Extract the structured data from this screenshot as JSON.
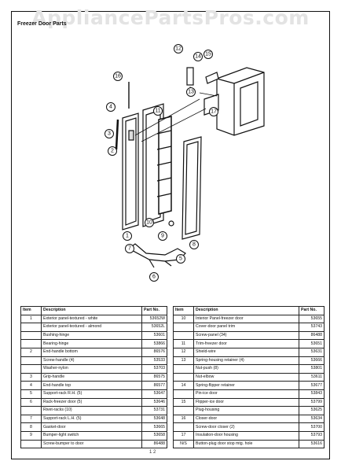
{
  "watermark": "AppliancePartsPros.com",
  "section_title": "Freezer Door Parts",
  "callouts": [
    "1",
    "2",
    "3",
    "4",
    "5",
    "6",
    "7",
    "8",
    "9",
    "10",
    "11",
    "12",
    "13",
    "14",
    "15",
    "16",
    "17"
  ],
  "table_left": {
    "headers": {
      "item": "Item",
      "description": "Description",
      "part": "Part No."
    },
    "rows": [
      {
        "item": "1",
        "description": "Exterior panel-textured - white",
        "part": "53652W"
      },
      {
        "item": "",
        "description": "Exterior panel-textured - almond",
        "part": "53652L"
      },
      {
        "item": "",
        "description": "Bushing-hinge",
        "part": "53601"
      },
      {
        "item": "",
        "description": "Bearing-hinge",
        "part": "53866"
      },
      {
        "item": "2",
        "description": "End-handle bottom",
        "part": "86576"
      },
      {
        "item": "",
        "description": "Screw-handle (4)",
        "part": "53533"
      },
      {
        "item": "",
        "description": "Washer-nylon",
        "part": "53703"
      },
      {
        "item": "3",
        "description": "Grip-handle",
        "part": "86575"
      },
      {
        "item": "4",
        "description": "End-handle top",
        "part": "86577"
      },
      {
        "item": "5",
        "description": "Support-rack R.H. (5)",
        "part": "53647"
      },
      {
        "item": "6",
        "description": "Rack-freezer door (5)",
        "part": "53646"
      },
      {
        "item": "",
        "description": "Rivet-racks (10)",
        "part": "53731"
      },
      {
        "item": "7",
        "description": "Support-rack L.H. (5)",
        "part": "53648"
      },
      {
        "item": "8",
        "description": "Gasket-door",
        "part": "53665"
      },
      {
        "item": "9",
        "description": "Bumper-light switch",
        "part": "53658"
      },
      {
        "item": "",
        "description": "Screw-bumper to door",
        "part": "86488"
      }
    ]
  },
  "table_right": {
    "headers": {
      "item": "Item",
      "description": "Description",
      "part": "Part No."
    },
    "rows": [
      {
        "item": "10",
        "description": "Interior Panel-freezer door",
        "part": "53655"
      },
      {
        "item": "",
        "description": "Cover-door panel trim",
        "part": "53743"
      },
      {
        "item": "",
        "description": "Screw-panel (34)",
        "part": "86488"
      },
      {
        "item": "11",
        "description": "Trim-freezer door",
        "part": "53651"
      },
      {
        "item": "12",
        "description": "Shield-wire",
        "part": "53631"
      },
      {
        "item": "13",
        "description": "Spring-housing retainer (4)",
        "part": "53666"
      },
      {
        "item": "",
        "description": "Nut-push (8)",
        "part": "53801"
      },
      {
        "item": "",
        "description": "Nut-elbow",
        "part": "53611"
      },
      {
        "item": "14",
        "description": "Spring-flipper retainer",
        "part": "53677"
      },
      {
        "item": "",
        "description": "Pin-ice door",
        "part": "53843"
      },
      {
        "item": "15",
        "description": "Flipper-ice door",
        "part": "53799"
      },
      {
        "item": "",
        "description": "Plug-housing",
        "part": "53625"
      },
      {
        "item": "16",
        "description": "Closer-door",
        "part": "53634"
      },
      {
        "item": "",
        "description": "Screw-door closer (2)",
        "part": "53700"
      },
      {
        "item": "17",
        "description": "Insulation-door housing",
        "part": "53793"
      },
      {
        "item": "N/S",
        "description": "Button-plug door stop mtg. hole",
        "part": "53616"
      }
    ]
  },
  "footer": "1 2"
}
